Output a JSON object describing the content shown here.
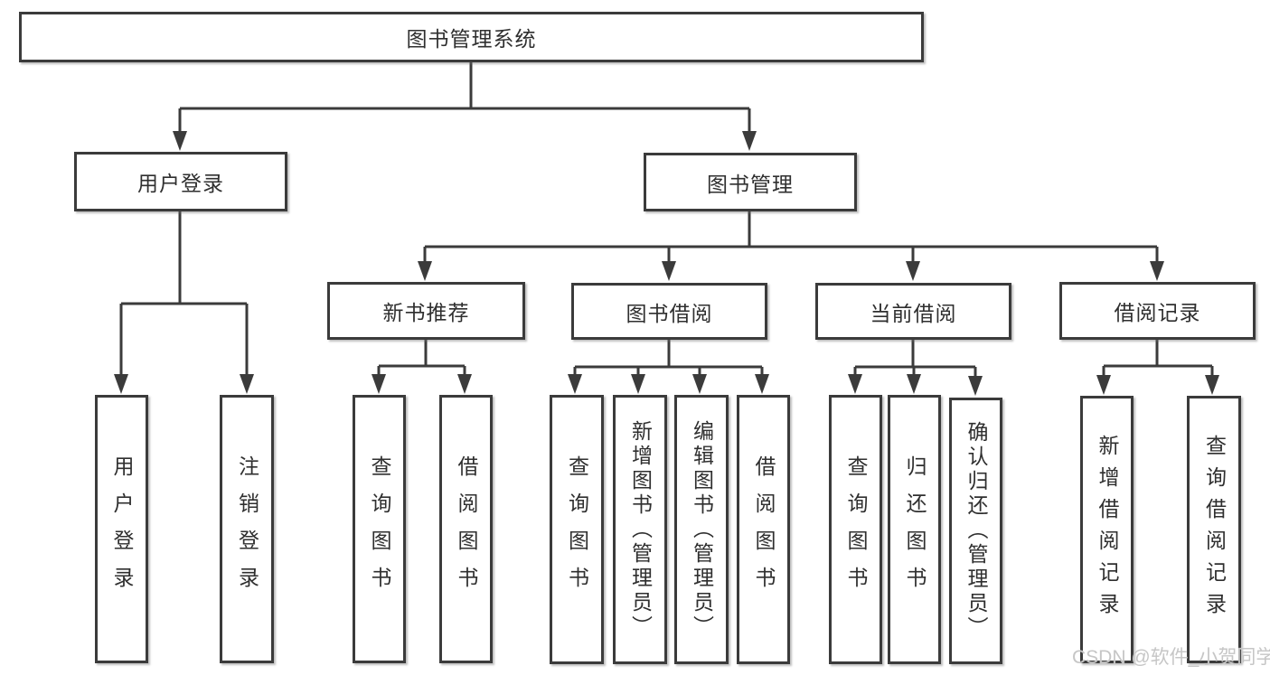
{
  "diagram": {
    "root": {
      "label": "图书管理系统"
    },
    "branches": [
      {
        "label": "用户登录",
        "children": [
          {
            "label": "用户登录"
          },
          {
            "label": "注销登录"
          }
        ]
      },
      {
        "label": "图书管理",
        "children": [
          {
            "label": "新书推荐",
            "children": [
              {
                "label": "查询图书"
              },
              {
                "label": "借阅图书"
              }
            ]
          },
          {
            "label": "图书借阅",
            "children": [
              {
                "label": "查询图书"
              },
              {
                "label": "新增图书（管理员）"
              },
              {
                "label": "编辑图书（管理员）"
              },
              {
                "label": "借阅图书"
              }
            ]
          },
          {
            "label": "当前借阅",
            "children": [
              {
                "label": "查询图书"
              },
              {
                "label": "归还图书"
              },
              {
                "label": "确认归还（管理员）"
              }
            ]
          },
          {
            "label": "借阅记录",
            "children": [
              {
                "label": "新增借阅记录"
              },
              {
                "label": "查询借阅记录"
              }
            ]
          }
        ]
      }
    ]
  },
  "watermark": {
    "text": "CSDN @软件_小贺同学"
  },
  "colors": {
    "line": "#3b3b3b",
    "box_border": "#3b3b3b",
    "box_fill": "#ffffff",
    "text": "#2f2f2f",
    "watermark": "#c6c6c6"
  }
}
